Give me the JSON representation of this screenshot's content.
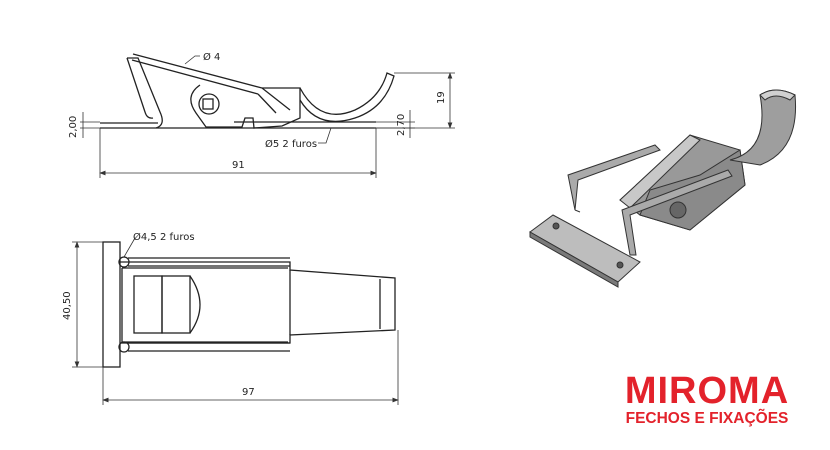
{
  "side_view": {
    "wire_diameter": "Ø 4",
    "hole_label": "Ø5  2 furos",
    "thickness": "2,00",
    "height": "19",
    "base_height": "2,70",
    "length": "91"
  },
  "top_view": {
    "hole_label": "Ø4,5  2 furos",
    "width": "40,50",
    "length": "97"
  },
  "logo": {
    "name": "MIROMA",
    "tagline": "FECHOS E FIXAÇÕES",
    "color": "#e3222b"
  }
}
